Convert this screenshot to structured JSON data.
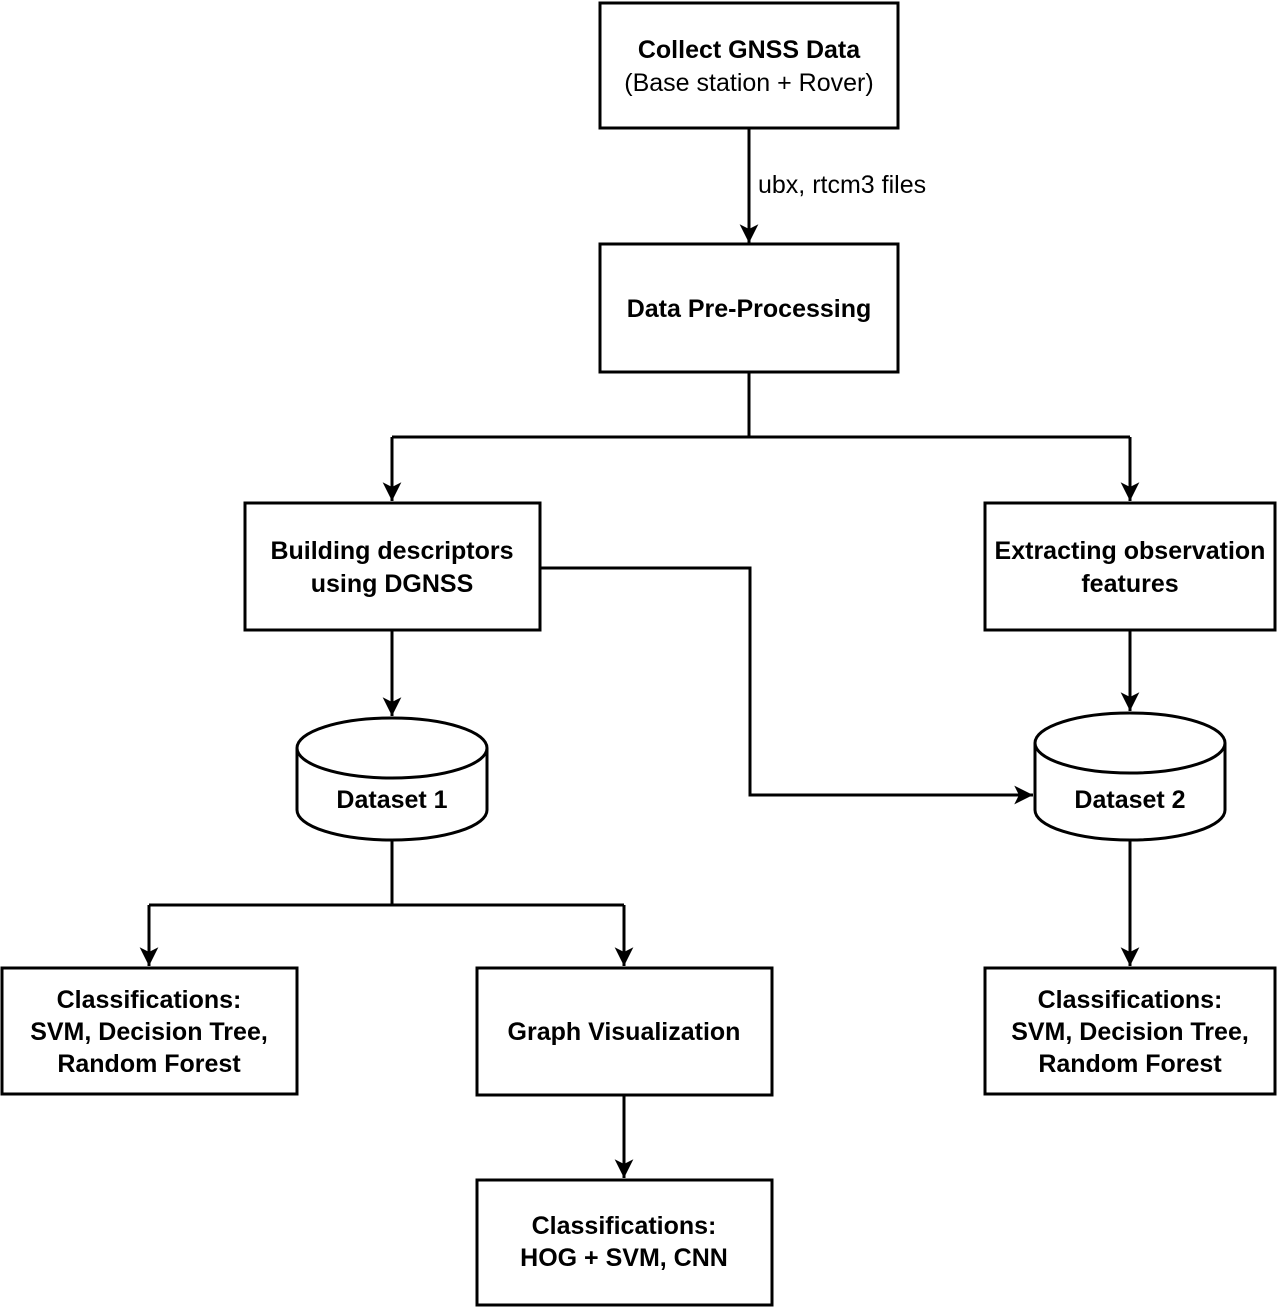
{
  "diagram": {
    "type": "flowchart",
    "background_color": "#ffffff",
    "stroke_color": "#000000",
    "text_color": "#000000",
    "nodes": {
      "collect_gnss_data": {
        "shape": "rectangle",
        "lines": [
          "Collect GNSS Data",
          "(Base station + Rover)"
        ]
      },
      "data_pre_processing": {
        "shape": "rectangle",
        "lines": [
          "Data Pre-Processing"
        ]
      },
      "building_descriptors": {
        "shape": "rectangle",
        "lines": [
          "Building descriptors",
          "using DGNSS"
        ]
      },
      "extracting_observation_features": {
        "shape": "rectangle",
        "lines": [
          "Extracting observation",
          "features"
        ]
      },
      "dataset_1": {
        "shape": "cylinder",
        "lines": [
          "Dataset 1"
        ]
      },
      "dataset_2": {
        "shape": "cylinder",
        "lines": [
          "Dataset 2"
        ]
      },
      "classifications_dataset_1": {
        "shape": "rectangle",
        "lines": [
          "Classifications:",
          "SVM, Decision Tree,",
          "Random Forest"
        ]
      },
      "graph_visualization": {
        "shape": "rectangle",
        "lines": [
          "Graph Visualization"
        ]
      },
      "classifications_dataset_2": {
        "shape": "rectangle",
        "lines": [
          "Classifications:",
          "SVM, Decision Tree,",
          "Random Forest"
        ]
      },
      "classifications_graph": {
        "shape": "rectangle",
        "lines": [
          "Classifications:",
          "HOG + SVM, CNN"
        ]
      }
    },
    "edges": [
      {
        "from": "collect_gnss_data",
        "to": "data_pre_processing",
        "label": "ubx, rtcm3 files"
      },
      {
        "from": "data_pre_processing",
        "to": "building_descriptors",
        "label": ""
      },
      {
        "from": "data_pre_processing",
        "to": "extracting_observation_features",
        "label": ""
      },
      {
        "from": "building_descriptors",
        "to": "dataset_1",
        "label": ""
      },
      {
        "from": "building_descriptors",
        "to": "dataset_2",
        "label": ""
      },
      {
        "from": "extracting_observation_features",
        "to": "dataset_2",
        "label": ""
      },
      {
        "from": "dataset_1",
        "to": "classifications_dataset_1",
        "label": ""
      },
      {
        "from": "dataset_1",
        "to": "graph_visualization",
        "label": ""
      },
      {
        "from": "dataset_2",
        "to": "classifications_dataset_2",
        "label": ""
      },
      {
        "from": "graph_visualization",
        "to": "classifications_graph",
        "label": ""
      }
    ]
  }
}
